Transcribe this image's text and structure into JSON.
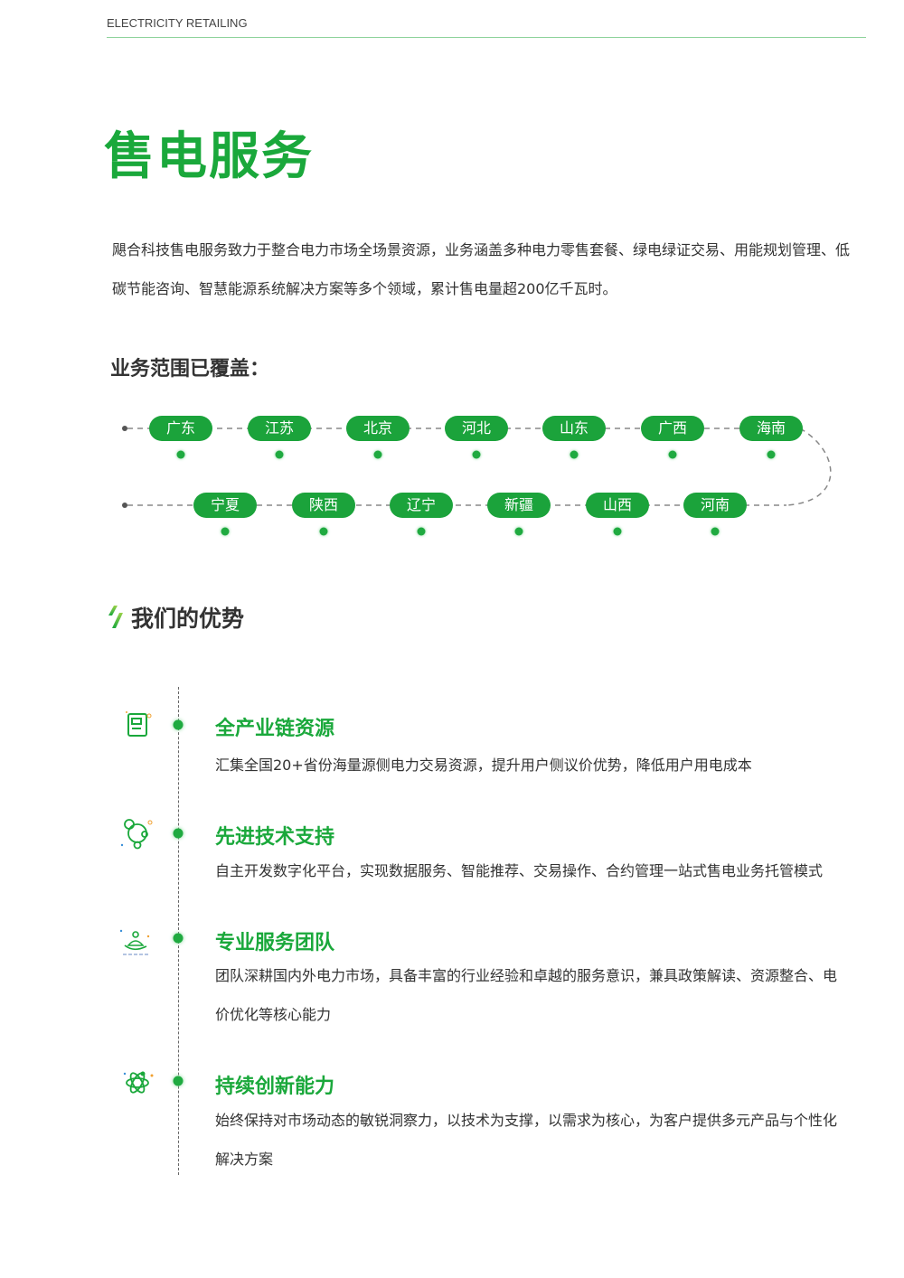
{
  "header": {
    "label": "ELECTRICITY RETAILING"
  },
  "title": "售电服务",
  "intro": "飓合科技售电服务致力于整合电力市场全场景资源，业务涵盖多种电力零售套餐、绿电绿证交易、用能规划管理、低碳节能咨询、智慧能源系统解决方案等多个领域，累计售电量超200亿千瓦时。",
  "coverage": {
    "title": "业务范围已覆盖：",
    "row1": [
      "广东",
      "江苏",
      "北京",
      "河北",
      "山东",
      "广西",
      "海南"
    ],
    "row2": [
      "宁夏",
      "陕西",
      "辽宁",
      "新疆",
      "山西",
      "河南"
    ]
  },
  "advantages": {
    "title": "我们的优势",
    "items": [
      {
        "title": "全产业链资源",
        "desc": "汇集全国20+省份海量源侧电力交易资源，提升用户侧议价优势，降低用户用电成本",
        "icon": "document-icon"
      },
      {
        "title": "先进技术支持",
        "desc": "自主开发数字化平台，实现数据服务、智能推荐、交易操作、合约管理一站式售电业务托管模式",
        "icon": "orbit-icon"
      },
      {
        "title": "专业服务团队",
        "desc": "团队深耕国内外电力市场，具备丰富的行业经验和卓越的服务意识，兼具政策解读、资源整合、电价优化等核心能力",
        "icon": "hand-service-icon"
      },
      {
        "title": "持续创新能力",
        "desc": "始终保持对市场动态的敏锐洞察力，以技术为支撑，以需求为核心，为客户提供多元产品与个性化解决方案",
        "icon": "atom-icon"
      }
    ]
  },
  "colors": {
    "brand": "#1aa83b",
    "pill": "#1ba33b"
  }
}
